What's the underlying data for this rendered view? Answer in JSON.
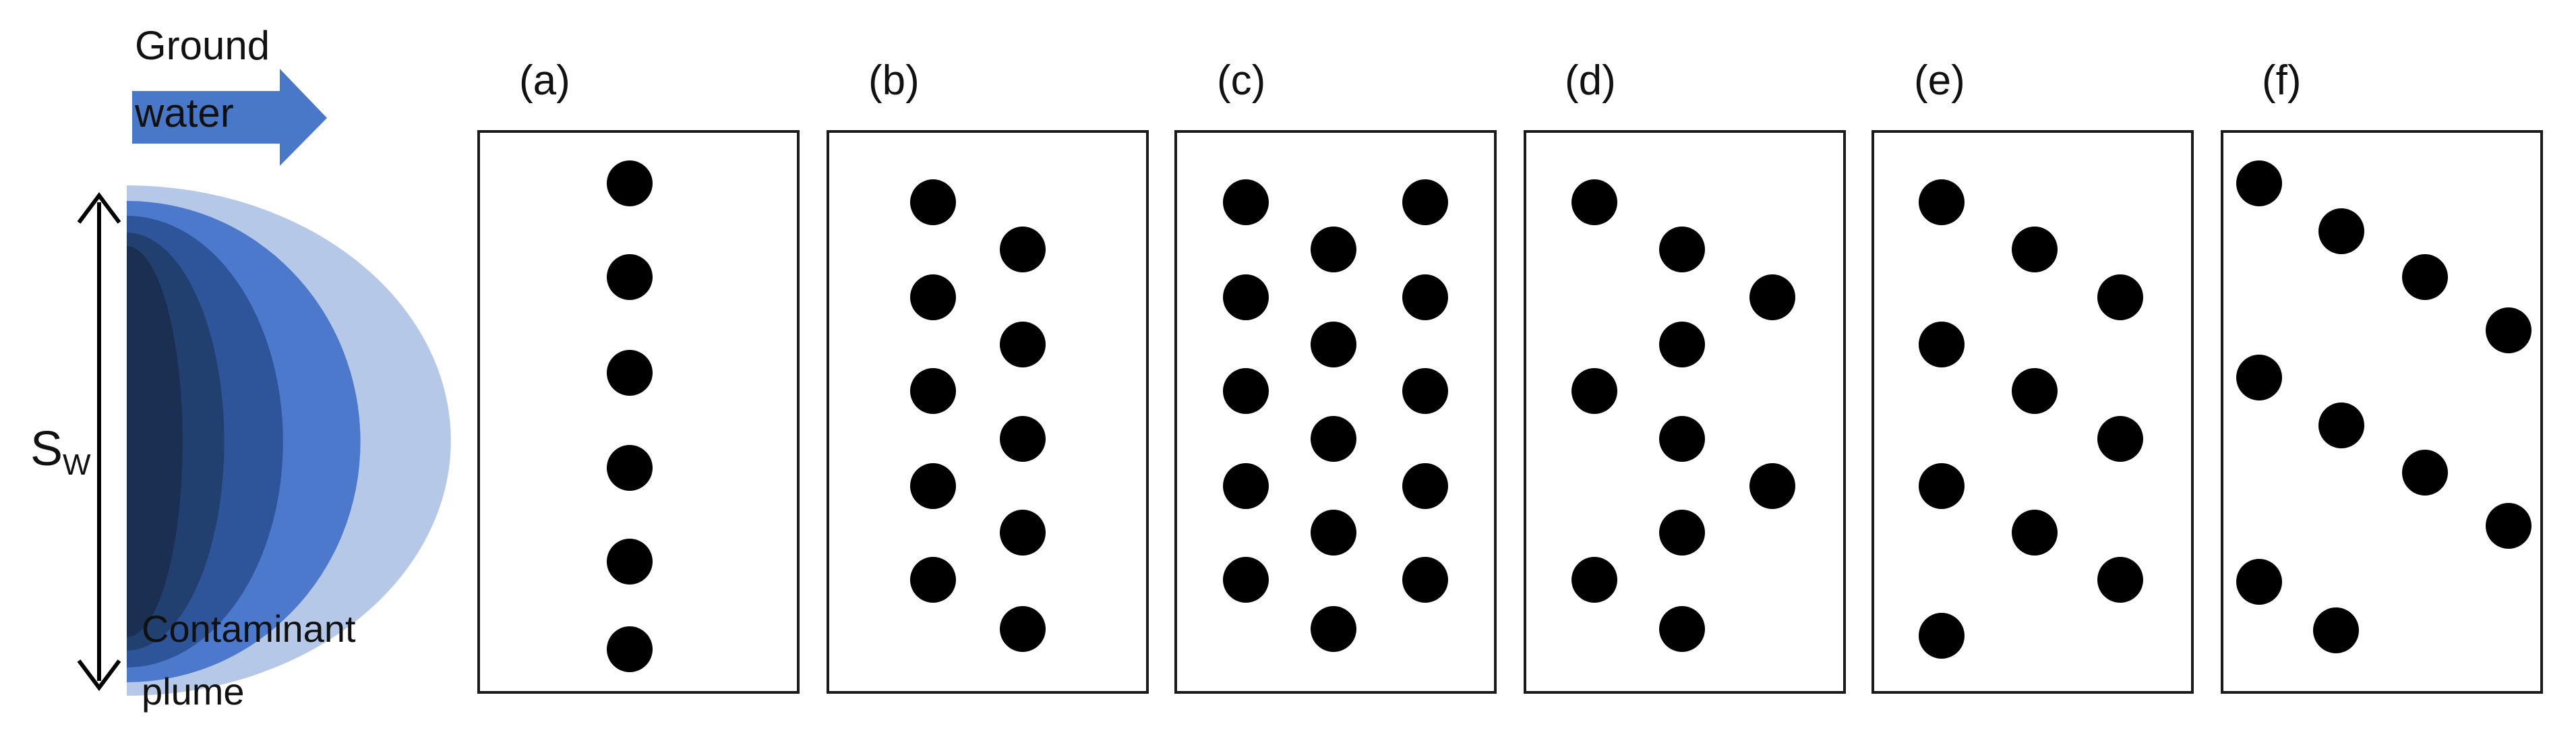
{
  "legend": {
    "flow_label_line1": "Ground",
    "flow_label_line2": "water",
    "spacing_label": "S",
    "spacing_subscript": "W",
    "plume_label_line1": "Contaminant",
    "plume_label_line2": "plume"
  },
  "colors": {
    "arrow": "#4A78C8",
    "plume_rings": [
      "#B5C8E8",
      "#4D79CC",
      "#2E5599",
      "#22406F",
      "#1B2F52"
    ],
    "well": "#000000",
    "frame": "#1a1a1a"
  },
  "icons": {
    "flow": "right-arrow-icon",
    "spacing": "double-arrow-icon",
    "well": "filled-circle-icon"
  },
  "panels": [
    {
      "label": "(a)"
    },
    {
      "label": "(b)"
    },
    {
      "label": "(c)"
    },
    {
      "label": "(d)"
    },
    {
      "label": "(e)"
    },
    {
      "label": "(f)"
    }
  ]
}
